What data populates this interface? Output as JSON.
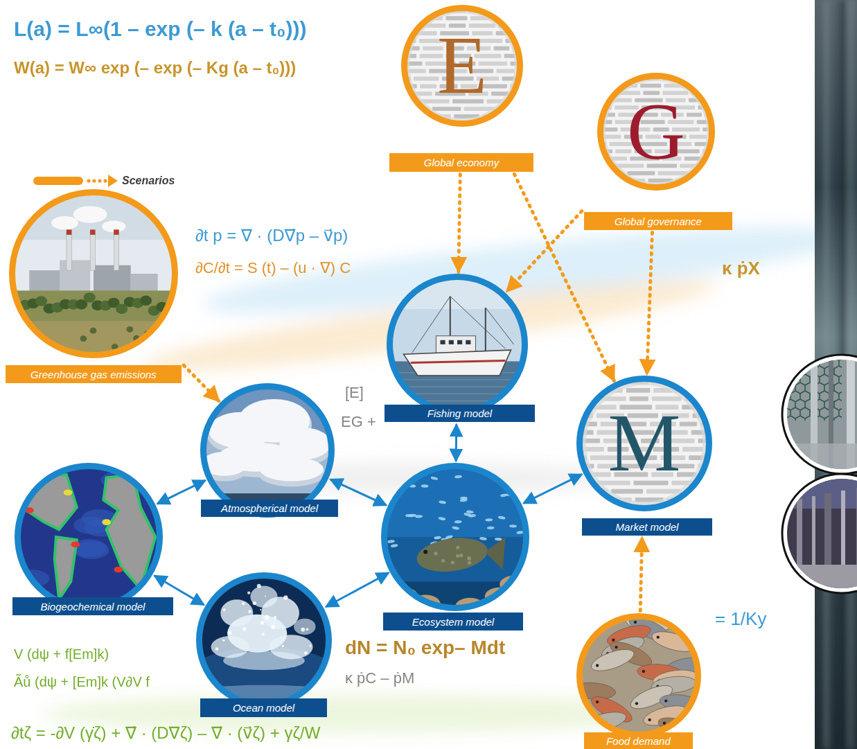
{
  "diagram": {
    "nodes": [
      {
        "text": [
          "E",
          "Global economy"
        ]
      },
      {
        "text": [
          "G",
          "Global governance"
        ]
      },
      {
        "text": [
          "Greenhouse gas emissions"
        ]
      },
      {
        "text": [
          "Fishing model"
        ]
      },
      {
        "text": [
          "Atmospherical model"
        ]
      },
      {
        "text": [
          "M",
          "Market model"
        ]
      },
      {
        "text": [
          "Biogeochemical model"
        ]
      },
      {
        "text": [
          "Ecosystem model"
        ]
      },
      {
        "text": [
          "Ocean model"
        ]
      },
      {
        "text": [
          "Food demand"
        ]
      }
    ],
    "edges": [
      {
        "from": 0,
        "to": 3,
        "arrow": "to"
      },
      {
        "from": 0,
        "to": 5,
        "arrow": "to"
      },
      {
        "from": 1,
        "to": 3,
        "arrow": "to"
      },
      {
        "from": 1,
        "to": 5,
        "arrow": "to"
      },
      {
        "from": 2,
        "to": 4,
        "arrow": "to"
      },
      {
        "from": 9,
        "to": 5,
        "arrow": "to"
      },
      {
        "from": 3,
        "to": 7,
        "arrow": "both"
      },
      {
        "from": 4,
        "to": 7,
        "arrow": "both"
      },
      {
        "from": 7,
        "to": 5,
        "arrow": "both"
      },
      {
        "from": 6,
        "to": 4,
        "arrow": "both"
      },
      {
        "from": 6,
        "to": 8,
        "arrow": "both"
      },
      {
        "from": 8,
        "to": 7,
        "arrow": "both"
      }
    ],
    "labels": [
      "∂t p = ∇ · (D∇⃗p – v⃗p)",
      "L(a) = L∞(1 – exp (– k (a – t₀)))",
      "∂C/∂t = S (t) – (u · ∇) C",
      "W(a) = W∞ exp (– exp (– Kg (a – t₀)))",
      "κ ṗX",
      "[E]",
      "EG +",
      "= 1/Ky",
      "κ ṗC – ṗM",
      "dN = N₀ exp– Mdt",
      "∂tζ = -∂V (γ̇ζ) + ∇⃗ · (D∇ζ) – ∇⃗ · (v⃗ζ) + γζ/W",
      "V (dψ + f[Em]k)",
      "Ãů (dψ + [Em]k (V∂V f"
    ],
    "legend": [
      {
        "text": "Scenarios"
      }
    ]
  }
}
